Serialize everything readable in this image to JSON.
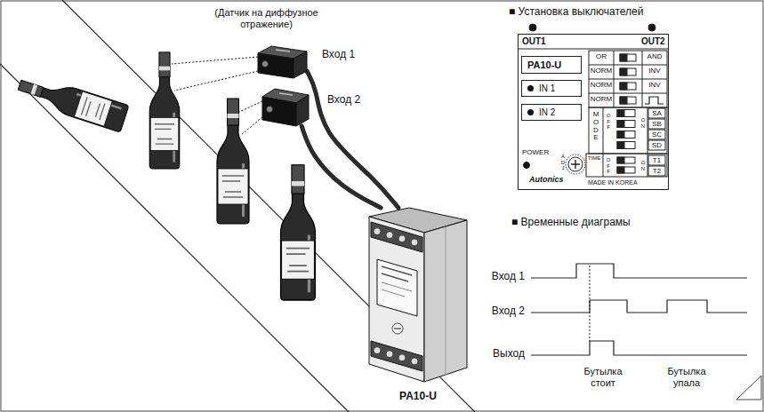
{
  "diagram": {
    "nodes": [
      {
        "text": [
          "Вход 1"
        ]
      },
      {
        "text": [
          "Вход 2"
        ]
      },
      {
        "text": [
          "PA10-U"
        ]
      },
      {
        "text": [
          "OUT1",
          "OUT2",
          "POWER",
          "Autonics",
          "MADE IN KOREA"
        ]
      },
      {
        "text": [
          "PA10-U"
        ],
        "in": 3
      },
      {
        "text": [
          "IN 1"
        ],
        "in": 3
      },
      {
        "text": [
          "IN 2"
        ],
        "in": 3
      }
    ],
    "edges": [
      {
        "from": 0,
        "to": 2,
        "arrow": "none"
      },
      {
        "from": 1,
        "to": 2,
        "arrow": "none"
      }
    ],
    "labels": [
      "(Датчик на диффузное отражение)",
      "■ Установка выключателей",
      "OR",
      "AND",
      "NORM",
      "INV",
      "NORM",
      "INV",
      "NORM",
      "MODE",
      "OFF",
      "ON",
      "SA",
      "SB",
      "SC",
      "SD",
      "ADJ",
      "TIME",
      "OFF",
      "ON",
      "T1",
      "T2",
      "■ Временные диаграмы",
      "Вход 1",
      "Вход 2",
      "Выход",
      "Бутылка стоит",
      "Бутылка упала"
    ]
  }
}
